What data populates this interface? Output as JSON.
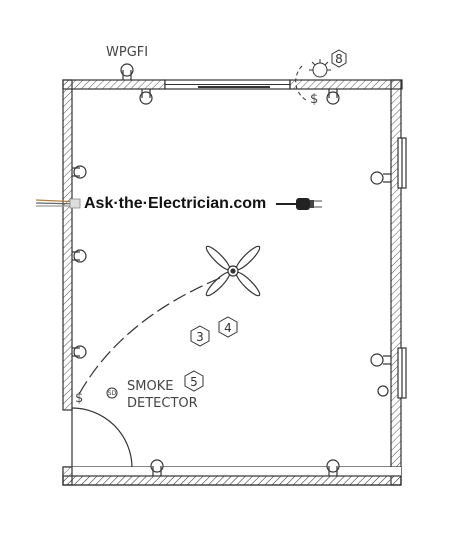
{
  "labels": {
    "wpgfi": "WPGFI",
    "smoke_line1": "SMOKE",
    "smoke_line2": "DETECTOR",
    "watermark": "Ask·the·Electrician.com",
    "switch_top": "$",
    "switch_left": "$",
    "detector_mark": "SD"
  },
  "hex_markers": {
    "outlet_circuit": "8",
    "fan_circuit_a": "3",
    "fan_circuit_b": "4",
    "smoke_circuit": "5"
  },
  "colors": {
    "wall_line": "#333333",
    "hatch": "#555555",
    "watermark_text": "#111111",
    "cord": "#222222"
  },
  "icons": {
    "ceiling_fan": "ceiling-fan-icon",
    "outlet": "duplex-outlet-icon",
    "light": "wall-light-icon",
    "plug": "plug-icon"
  }
}
